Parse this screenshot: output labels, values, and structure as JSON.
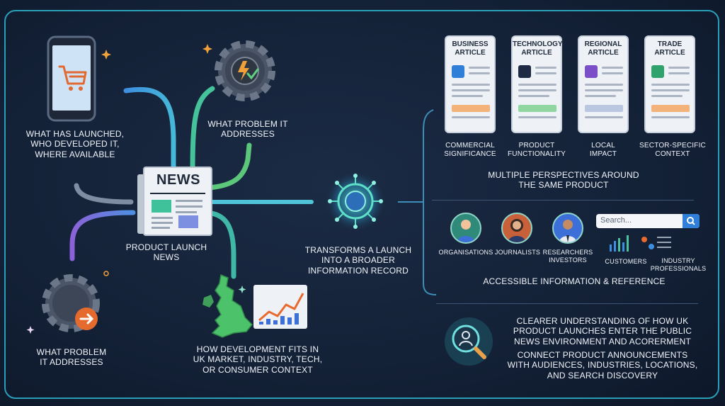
{
  "left": {
    "launch_label": "WHAT HAS LAUNCHED,\nWHO DEVELOPED IT,\nWHERE AVAILABLE",
    "problem_top_label": "WHAT PROBLEM IT\nADDRESSES",
    "news_badge": "NEWS",
    "center_label": "PRODUCT LAUNCH\nNEWS",
    "problem_bottom_label": "WHAT PROBLEM\nIT ADDRESSES",
    "market_label": "HOW DEVELOPMENT FITS IN\nUK MARKET, INDUSTRY, TECH,\nOR CONSUMER CONTEXT"
  },
  "hub": {
    "label": "TRANSFORMS A LAUNCH\nINTO A BROADER\nINFORMATION RECORD"
  },
  "articles": [
    {
      "title": "BUSINESS\nARTICLE",
      "caption": "COMMERCIAL\nSIGNIFICANCE",
      "accent": "#2f7fd8"
    },
    {
      "title": "TECHNOLOGY\nARTICLE",
      "caption": "PRODUCT\nFUNCTIONALITY",
      "accent": "#1e2a44"
    },
    {
      "title": "REGIONAL\nARTICLE",
      "caption": "LOCAL\nIMPACT",
      "accent": "#7a4fc8"
    },
    {
      "title": "TRADE\nARTICLE",
      "caption": "SECTOR-SPECIFIC\nCONTEXT",
      "accent": "#2fa36b"
    }
  ],
  "perspectives_label": "MULTIPLE PERSPECTIVES AROUND\nTHE SAME PRODUCT",
  "audiences": [
    {
      "label": "ORGANISATIONS"
    },
    {
      "label": "JOURNALISTS"
    },
    {
      "label": "RESEARCHERS\nINVESTORS"
    },
    {
      "label": "CUSTOMERS"
    },
    {
      "label": "INDUSTRY\nPROFESSIONALS"
    }
  ],
  "search": {
    "placeholder": "Search..."
  },
  "access_label": "ACCESSIBLE INFORMATION & REFERENCE",
  "bottom": {
    "line1": "CLEARER UNDERSTANDING OF HOW UK\nPRODUCT LAUNCHES ENTER THE PUBLIC\nNEWS ENVIRONMENT AND ACORERMENT",
    "line2": "CONNECT PRODUCT ANNOUNCEMENTS\nWITH AUDIENCES, INDUSTRIES, LOCATIONS,\nAND SEARCH DISCOVERY"
  },
  "colors": {
    "frame": "#2aa0b8",
    "bg": "#142238",
    "teal": "#3fc8b0",
    "blue": "#3d8fe0",
    "green": "#4cc27a",
    "purple": "#8c62d8"
  },
  "icons": [
    "shopping-cart-icon",
    "gear-lightning-icon",
    "newspaper-icon",
    "gear-question-icon",
    "uk-map-icon",
    "line-chart-icon",
    "network-hub-icon",
    "magnifier-person-icon"
  ]
}
